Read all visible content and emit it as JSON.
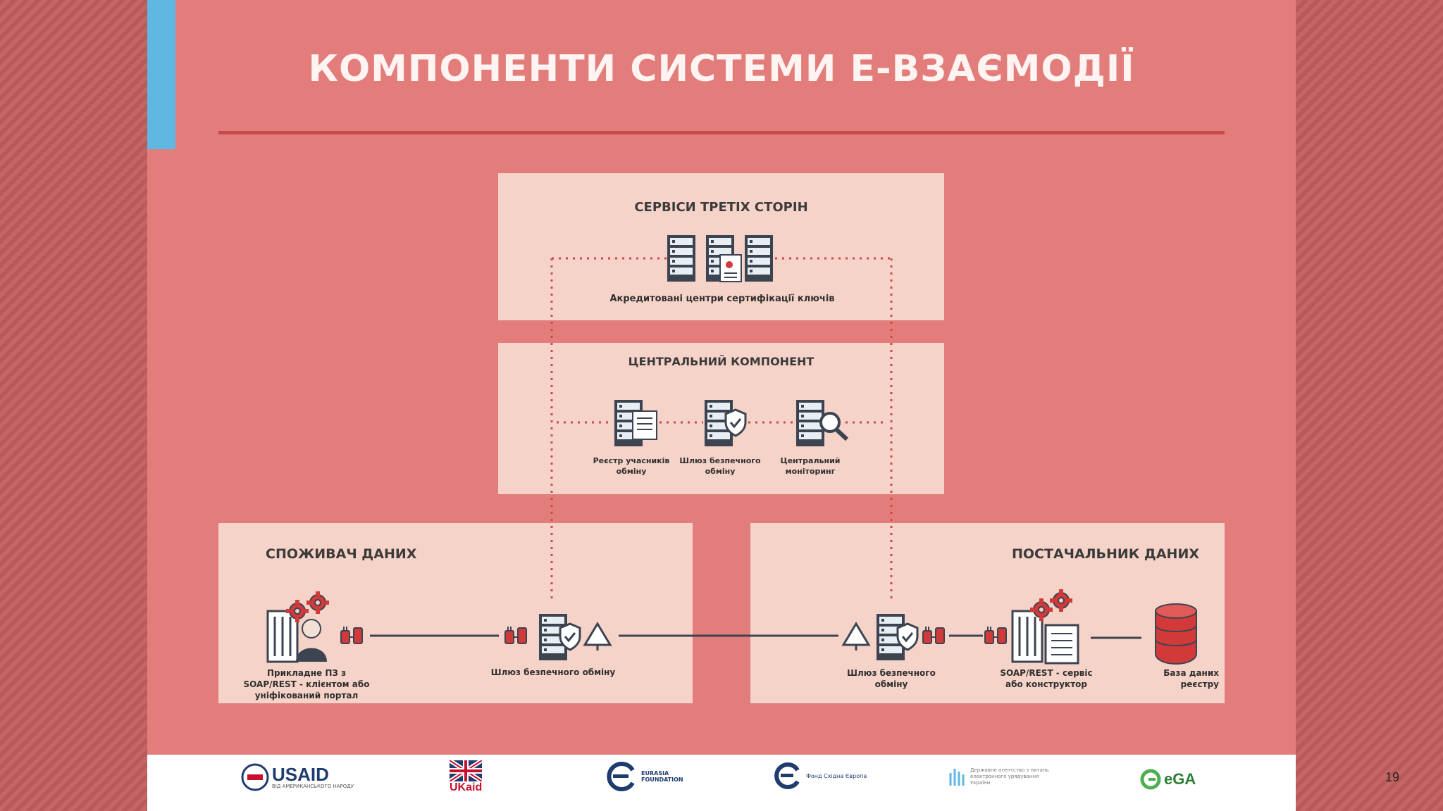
{
  "slide": {
    "title": "КОМПОНЕНТИ СИСТЕМИ Е-ВЗАЄМОДІЇ",
    "page_number": "19",
    "colors": {
      "background": "#e37d7b",
      "panel": "#f6d3c8",
      "accent": "#5fb7e2",
      "line": "#c94a4a"
    }
  },
  "third_party": {
    "title": "СЕРВІСИ ТРЕТІХ СТОРІН",
    "icon": "server-rack-certificate-icon",
    "caption": "Акредитовані центри сертифікації ключів"
  },
  "central": {
    "title": "ЦЕНТРАЛЬНИЙ КОМПОНЕНТ",
    "nodes": [
      {
        "icon": "server-registry-icon",
        "caption": "Реєстр учасників\nобміну"
      },
      {
        "icon": "server-shield-icon",
        "caption": "Шлюз безпечного\nобміну"
      },
      {
        "icon": "server-magnifier-icon",
        "caption": "Центральний\nмоніторинг"
      }
    ]
  },
  "consumer": {
    "title": "СПОЖИВАЧ ДАНИХ",
    "app_caption": "Прикладне ПЗ з\nSOAP/REST - клієнтом або\nуніфікований портал",
    "gateway_caption": "Шлюз безпечного обміну"
  },
  "provider": {
    "title": "ПОСТАЧАЛЬНИК ДАНИХ",
    "gateway_caption": "Шлюз безпечного\nобміну",
    "service_caption": "SOAP/REST - сервіс\nабо конструктор",
    "db_caption": "База даних\nреєстру"
  },
  "footer": {
    "logos": [
      {
        "name": "usaid-logo",
        "text": "USAID",
        "subtext": "ВІД АМЕРИКАНСЬКОГО НАРОДУ"
      },
      {
        "name": "ukaid-logo",
        "text": "UKaid"
      },
      {
        "name": "eurasia-logo",
        "text": "EURASIA FOUNDATION"
      },
      {
        "name": "fond-logo",
        "text": "Фонд Східна Європа"
      },
      {
        "name": "agency-logo",
        "text": "Державне агентство з питань електронного урядування України"
      },
      {
        "name": "ega-logo",
        "text": "eGA"
      }
    ]
  }
}
